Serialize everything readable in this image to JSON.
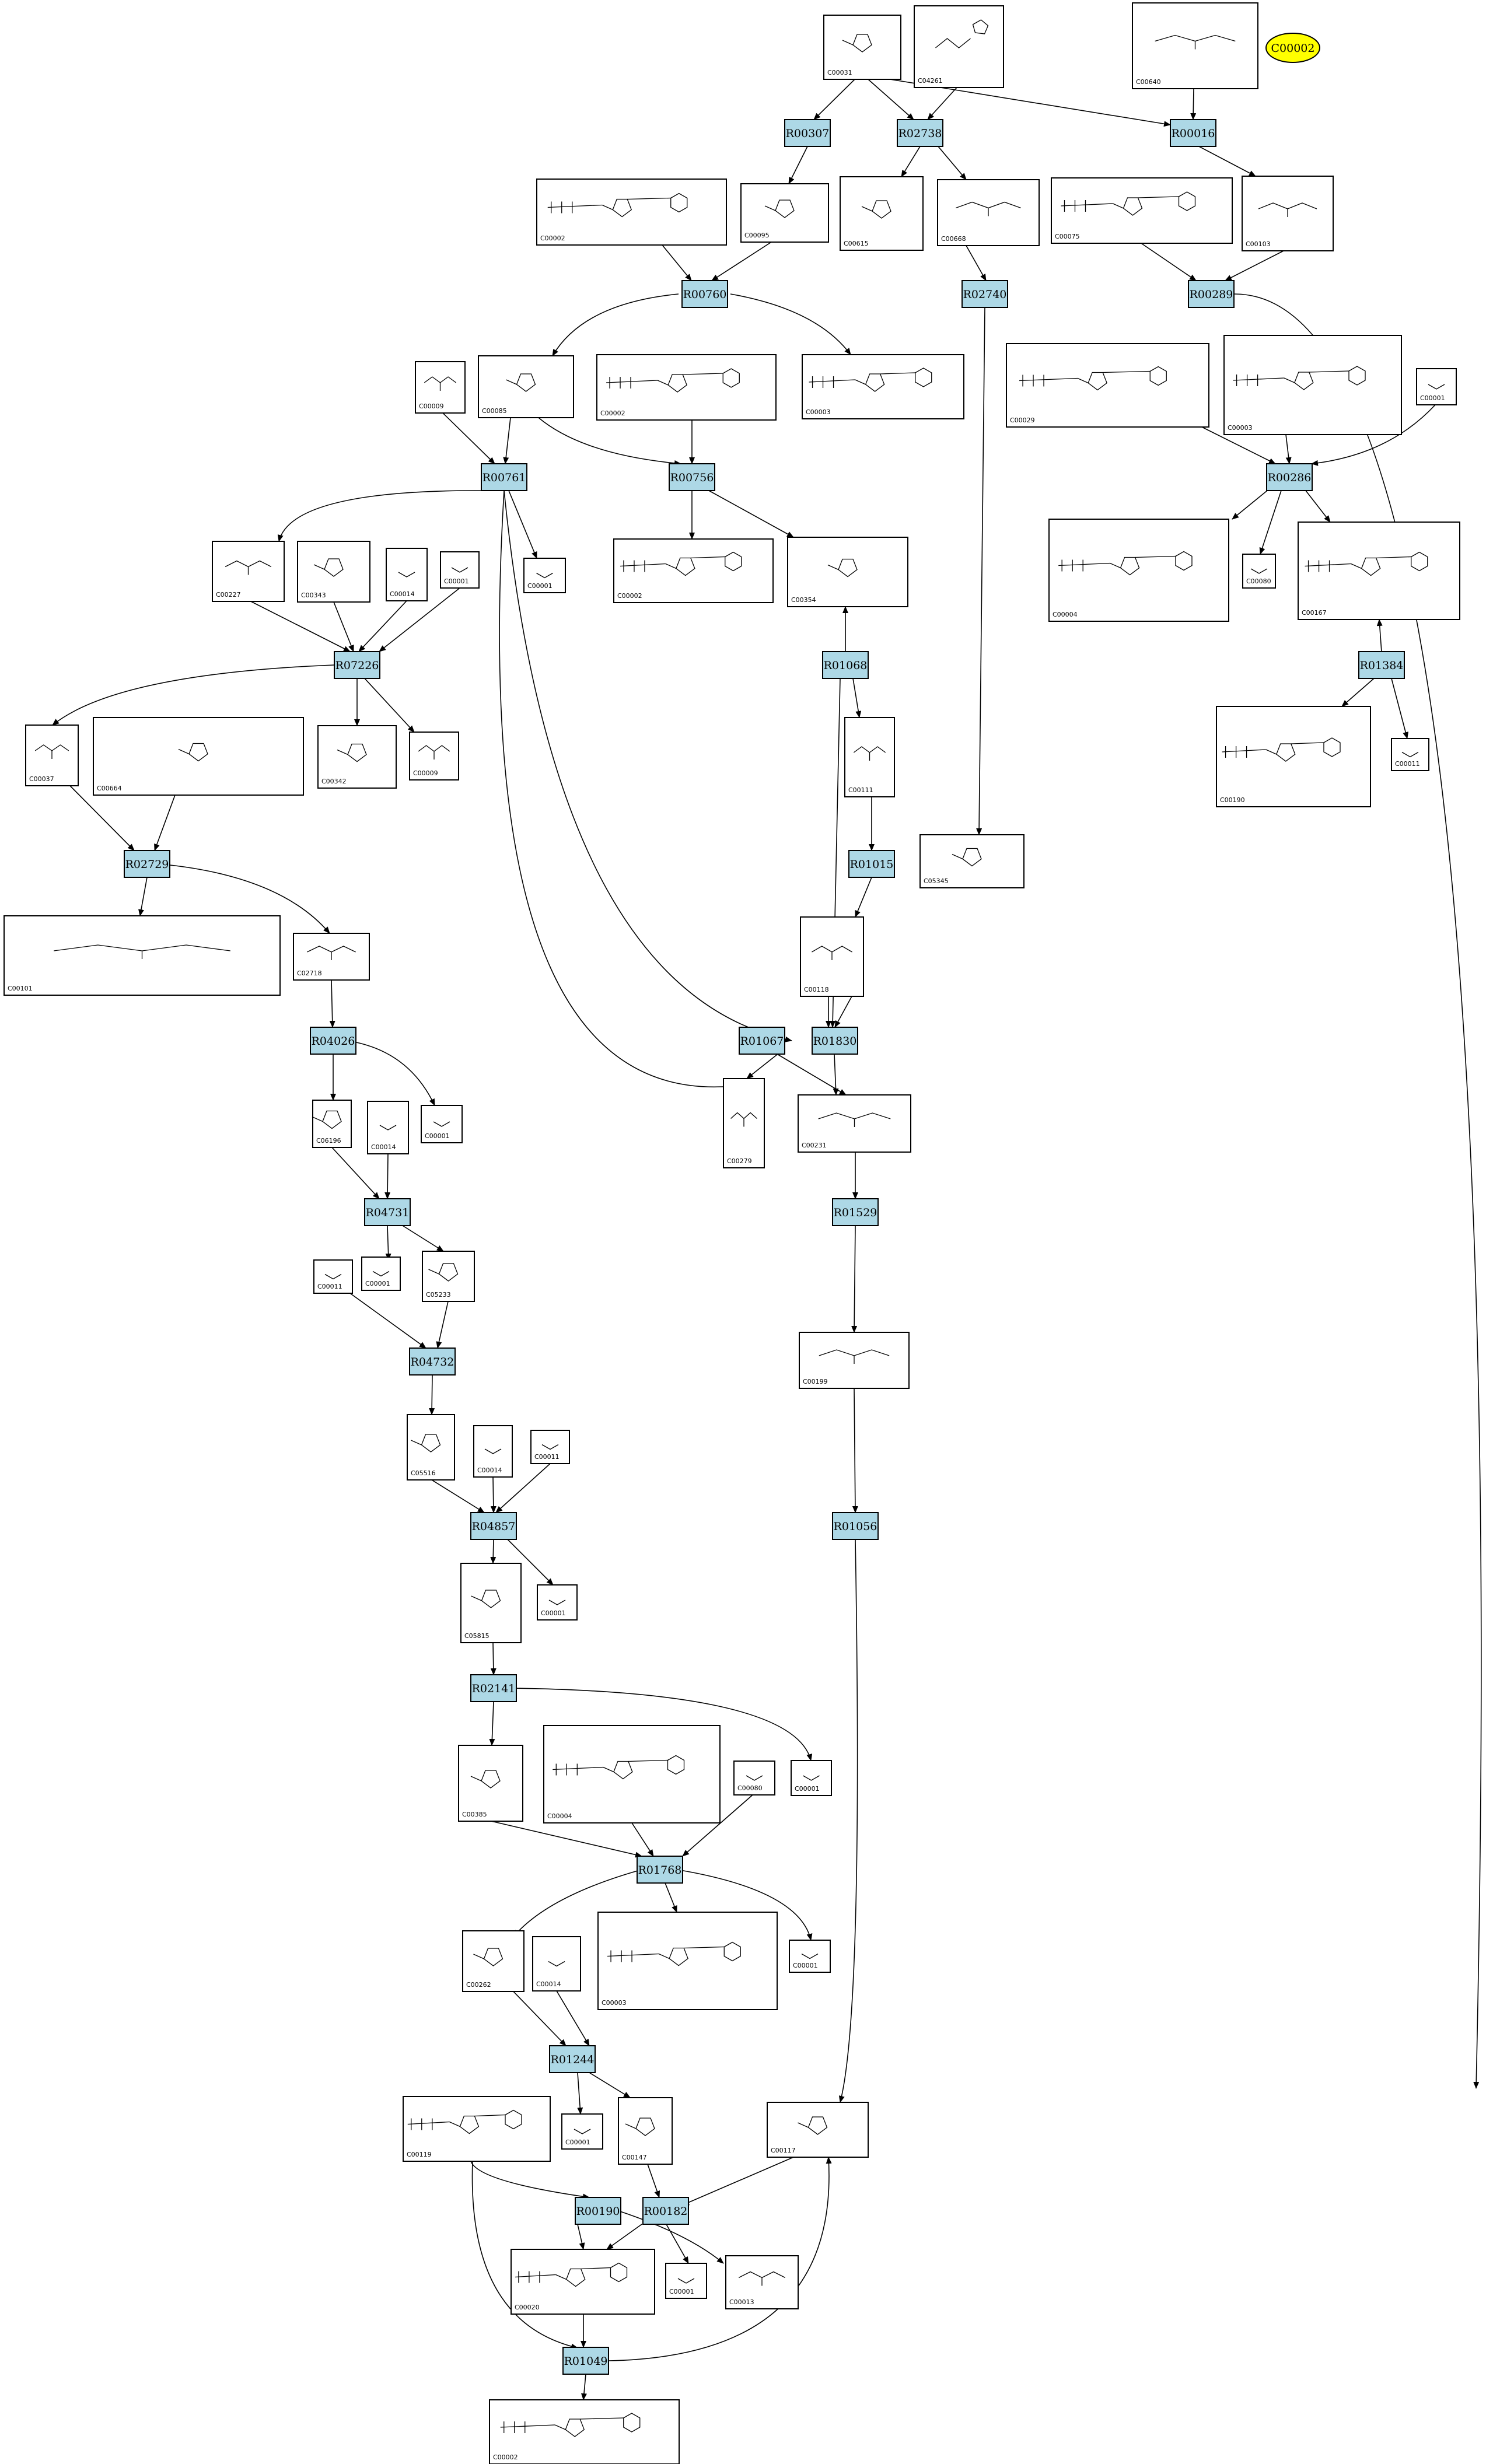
{
  "highlight": {
    "label": "C00002",
    "color": "#ffff00"
  },
  "colors": {
    "reaction_fill": "#add8e6",
    "edge": "#000000"
  },
  "reactions": [
    "R00307",
    "R02738",
    "R00016",
    "R00760",
    "R02740",
    "R00289",
    "R00761",
    "R00756",
    "R00286",
    "R07226",
    "R01068",
    "R01384",
    "R02729",
    "R01015",
    "R04026",
    "R01067",
    "R01830",
    "R04731",
    "R01529",
    "R04732",
    "R04857",
    "R01056",
    "R02141",
    "R01768",
    "R01244",
    "R00190",
    "R00182",
    "R01049"
  ],
  "compounds": [
    "C00031",
    "C04261",
    "C00640",
    "C00002",
    "C00095",
    "C00615",
    "C00668",
    "C00075",
    "C00103",
    "C00009",
    "C00085",
    "C00002",
    "C00003",
    "C00029",
    "C00003",
    "C00001",
    "C00227",
    "C00343",
    "C00014",
    "C00001",
    "C00001",
    "C00002",
    "C00354",
    "C00004",
    "C00080",
    "C00167",
    "C00037",
    "C00664",
    "C00342",
    "C00009",
    "C00111",
    "C00190",
    "C00011",
    "C05345",
    "C00101",
    "C02718",
    "C00118",
    "C00001",
    "C00279",
    "C06196",
    "C00231",
    "C00014",
    "C00001",
    "C00011",
    "C00001",
    "C05233",
    "C00199",
    "C05516",
    "C00014",
    "C00011",
    "C00001",
    "C05815",
    "C00385",
    "C00004",
    "C00080",
    "C00001",
    "C00262",
    "C00014",
    "C00003",
    "C00001",
    "C00001",
    "C00119",
    "C00147",
    "C00117",
    "C00001",
    "C00020",
    "C00013",
    "C00002"
  ]
}
